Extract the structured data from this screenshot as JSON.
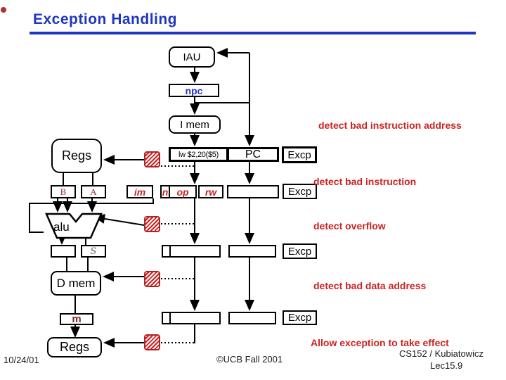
{
  "slide": {
    "title": "Exception Handling",
    "title_color": "#1f35c4",
    "bullet_color": "#b03030"
  },
  "pipeline": {
    "stages": {
      "iau": "IAU",
      "npc": "npc",
      "imem": "I mem",
      "regs": "Regs",
      "b": "B",
      "a": "A",
      "alu": "alu",
      "s": "S",
      "dmem": "D mem",
      "m": "m",
      "regs_wb": "Regs"
    },
    "registers": {
      "instruction": "lw $2,20($5)",
      "pc": "PC",
      "im": "im",
      "n": "n",
      "op": "op",
      "rw": "rw"
    },
    "excp_label": "Excp",
    "hatch_color": "#cc2222"
  },
  "annotations": {
    "color": "#cc2222",
    "items": [
      "detect bad instruction address",
      "detect bad instruction",
      "detect overflow",
      "detect bad data address",
      "Allow exception to take effect"
    ]
  },
  "footer": {
    "date": "10/24/01",
    "copyright": "©UCB Fall 2001",
    "course": "CS152 / Kubiatowicz",
    "lecture": "Lec15.9"
  }
}
